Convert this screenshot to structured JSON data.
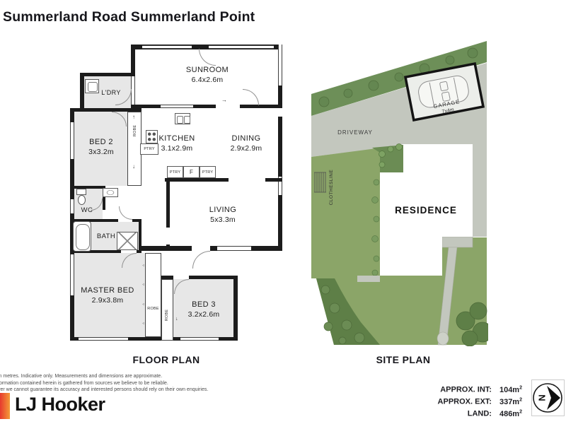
{
  "title": "Summerland Road Summerland Point",
  "floor_plan": {
    "caption": "FLOOR PLAN",
    "rooms": {
      "sunroom": {
        "name": "SUNROOM",
        "dims": "6.4x2.6m"
      },
      "laundry": {
        "name": "L'DRY"
      },
      "bed2": {
        "name": "BED 2",
        "dims": "3x3.2m"
      },
      "kitchen": {
        "name": "KITCHEN",
        "dims": "3.1x2.9m"
      },
      "dining": {
        "name": "DINING",
        "dims": "2.9x2.9m"
      },
      "living": {
        "name": "LIVING",
        "dims": "5x3.3m"
      },
      "wc": {
        "name": "WC"
      },
      "bath": {
        "name": "BATH"
      },
      "master": {
        "name": "MASTER BED",
        "dims": "2.9x3.8m"
      },
      "bed3": {
        "name": "BED 3",
        "dims": "3.2x2.6m"
      }
    },
    "small_labels": {
      "ptry_kitchen": "PTRY",
      "ptry_left": "PTRY",
      "fridge": "F",
      "ptry_right": "PTRY",
      "robe_bed2": "ROBE",
      "robe_master": "ROBE",
      "robe_bed3": "ROBE"
    }
  },
  "site_plan": {
    "caption": "SITE PLAN",
    "labels": {
      "driveway": "DRIVEWAY",
      "residence": "RESIDENCE",
      "clothesline": "CLOTHESLINE",
      "garage": "GARAGE",
      "garage_dims": "7x4m"
    }
  },
  "footer": {
    "disclaimer_lines": [
      "in metres. Indicative only. Measurements and dimensions are approximate.",
      "formation contained herein is gathered from sources we believe to be reliable.",
      "ver we cannot guarantee its accuracy and interested persons should rely on their own enquiries."
    ],
    "brand": "LJ Hooker",
    "stats": [
      {
        "label": "APPROX. INT:",
        "value": "104m",
        "sup": "2"
      },
      {
        "label": "APPROX. EXT:",
        "value": "337m",
        "sup": "2"
      },
      {
        "label": "LAND:",
        "value": "486m",
        "sup": "2"
      }
    ]
  },
  "colors": {
    "brand_gradient_start": "#e63a2e",
    "brand_gradient_end": "#f59a38",
    "tree_band": "#6d8f58",
    "lawn": "#8ba568",
    "shrub": "#5e7f47",
    "driveway": "#c3c7be",
    "wall": "#1c1c1c",
    "room_fill": "#e7e7e7"
  }
}
